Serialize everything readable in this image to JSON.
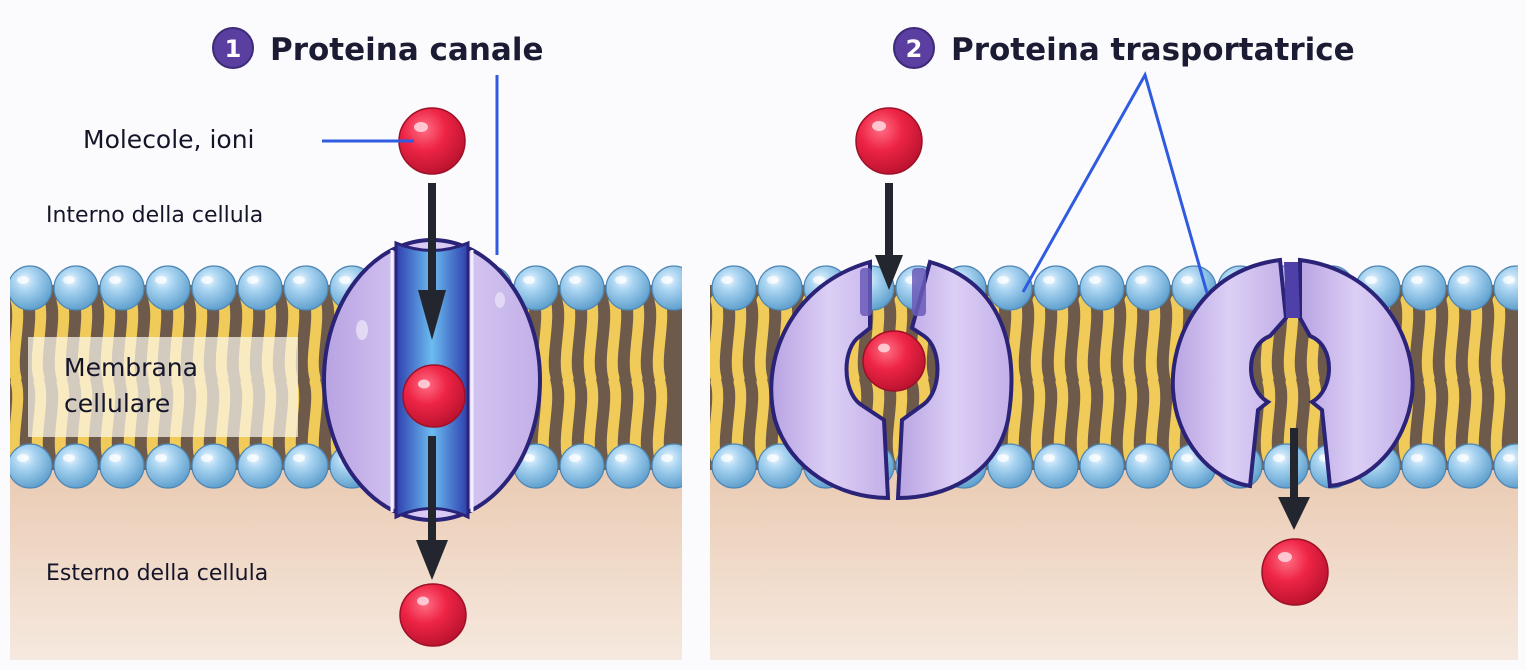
{
  "panels": [
    {
      "number": "1",
      "title": "Proteina canale",
      "labels": {
        "molecules": "Molecole, ioni",
        "inside": "Interno della cellula",
        "membrane_line1": "Membrana",
        "membrane_line2": "cellulare",
        "outside": "Esterno della cellula"
      }
    },
    {
      "number": "2",
      "title": "Proteina trasportatrice"
    }
  ],
  "colors": {
    "badge": "#5a3fa0",
    "leader_line": "#2f5be0",
    "molecule": "#e8203f",
    "protein_fill": "#c7b5ea",
    "protein_outline": "#2a2378",
    "channel_pore": "#3b56c8",
    "phospholipid_head": "#8cc3e8",
    "lipid_tail": "#f2cf63",
    "outside_bg": "#efd8c6",
    "arrow": "#23262e"
  }
}
